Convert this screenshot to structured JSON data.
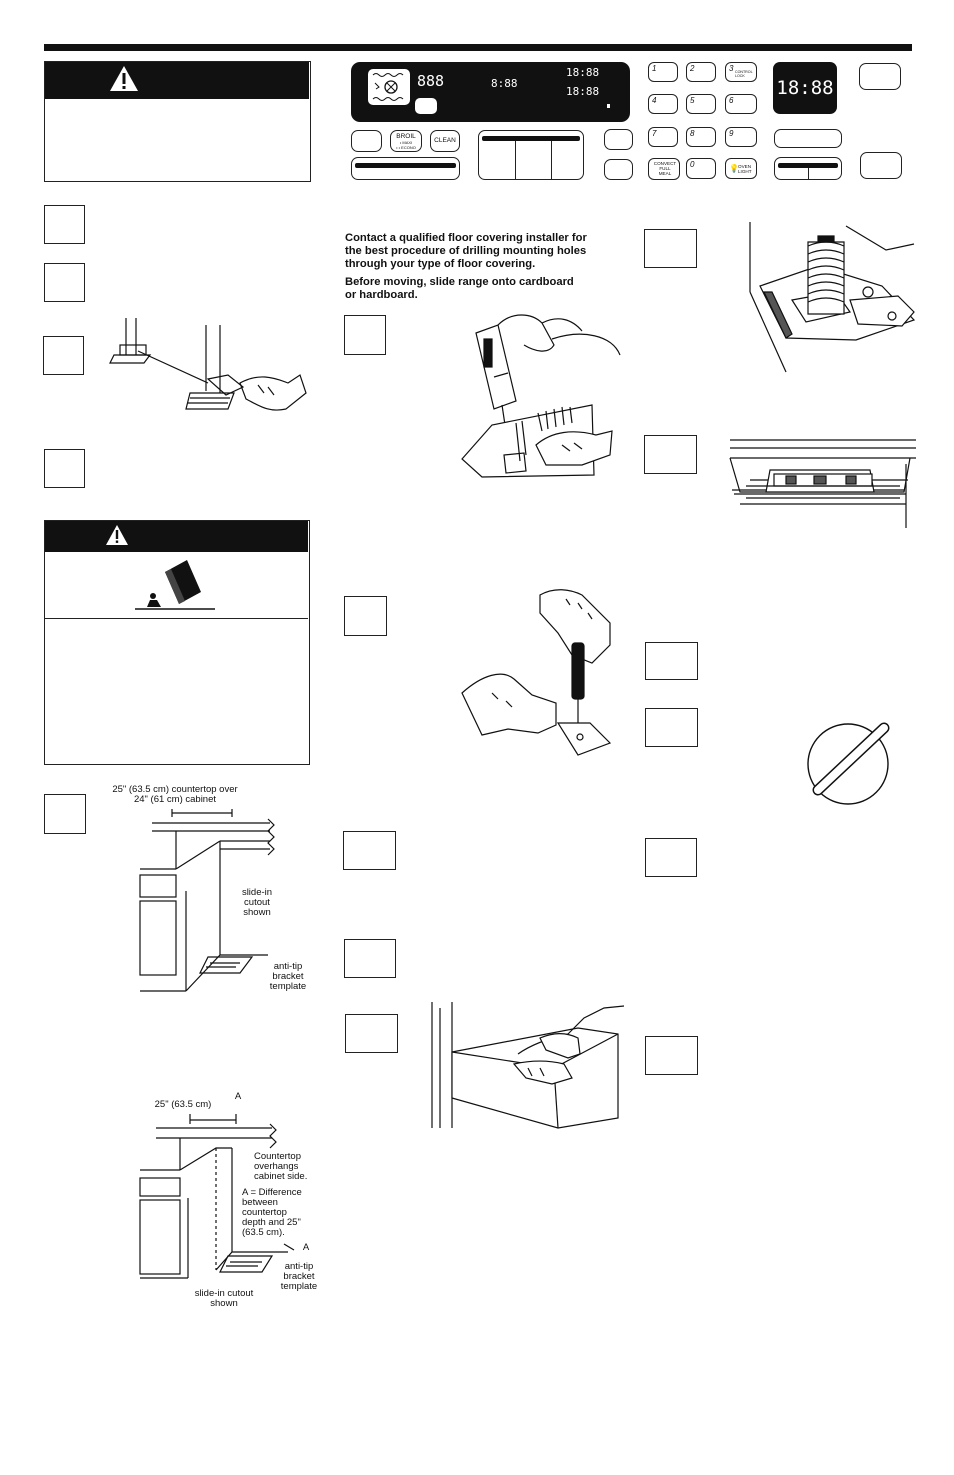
{
  "control_panel": {
    "display_center": "8:88",
    "display_left": "888",
    "display_right_top": "18:88",
    "display_right_bottom": "18:88",
    "clock": "18:88",
    "btn_broil": "BROIL",
    "btn_broil_sub1": "• MAXI",
    "btn_broil_sub2": "• • ECONO",
    "btn_clean": "CLEAN",
    "keys": [
      "1",
      "2",
      "3",
      "4",
      "5",
      "6",
      "7",
      "8",
      "9",
      "0"
    ],
    "key3_sub": "CONTROL LOCK",
    "btn_convect": "CONVECT FULL MEAL",
    "btn_oven_light": "OVEN LIGHT"
  },
  "middle_intro": {
    "line1": "Contact a qualified floor covering installer for",
    "line2": "the best procedure of drilling mounting holes",
    "line3": "through your type of floor covering.",
    "line4": "Before moving, slide range onto cardboard",
    "line5": "or hardboard."
  },
  "figure1": {
    "dimension": "25\" (63.5 cm) countertop over",
    "dimension2": "24\" (61 cm) cabinet",
    "cutout": [
      "slide-in",
      "cutout",
      "shown"
    ],
    "template": [
      "anti-tip",
      "bracket",
      "template"
    ]
  },
  "figure2": {
    "dimension": "25\" (63.5 cm)",
    "a_mark": "A",
    "overhang": [
      "Countertop",
      "overhangs",
      "cabinet side."
    ],
    "a_def": [
      "A = Difference",
      "between",
      "countertop",
      "depth and 25\"",
      "(63.5 cm)."
    ],
    "a_mark2": "A",
    "template": [
      "anti-tip",
      "bracket",
      "template"
    ],
    "cutout": [
      "slide-in cutout",
      "shown"
    ]
  }
}
